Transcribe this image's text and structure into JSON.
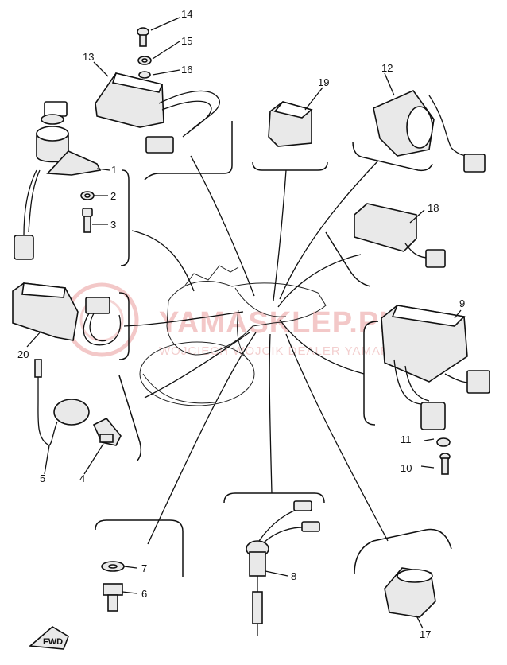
{
  "diagram": {
    "callouts": [
      "1",
      "2",
      "3",
      "4",
      "5",
      "6",
      "7",
      "8",
      "9",
      "10",
      "11",
      "12",
      "13",
      "14",
      "15",
      "16",
      "17",
      "18",
      "19",
      "20"
    ],
    "fwd_label": "FWD",
    "watermark": {
      "main": "YAMASKLEP.PL",
      "sub": "WOJCIECH WOJCIK DEALER YAMAHA"
    },
    "colors": {
      "line": "#111111",
      "watermark": "#f3c8c8"
    }
  }
}
